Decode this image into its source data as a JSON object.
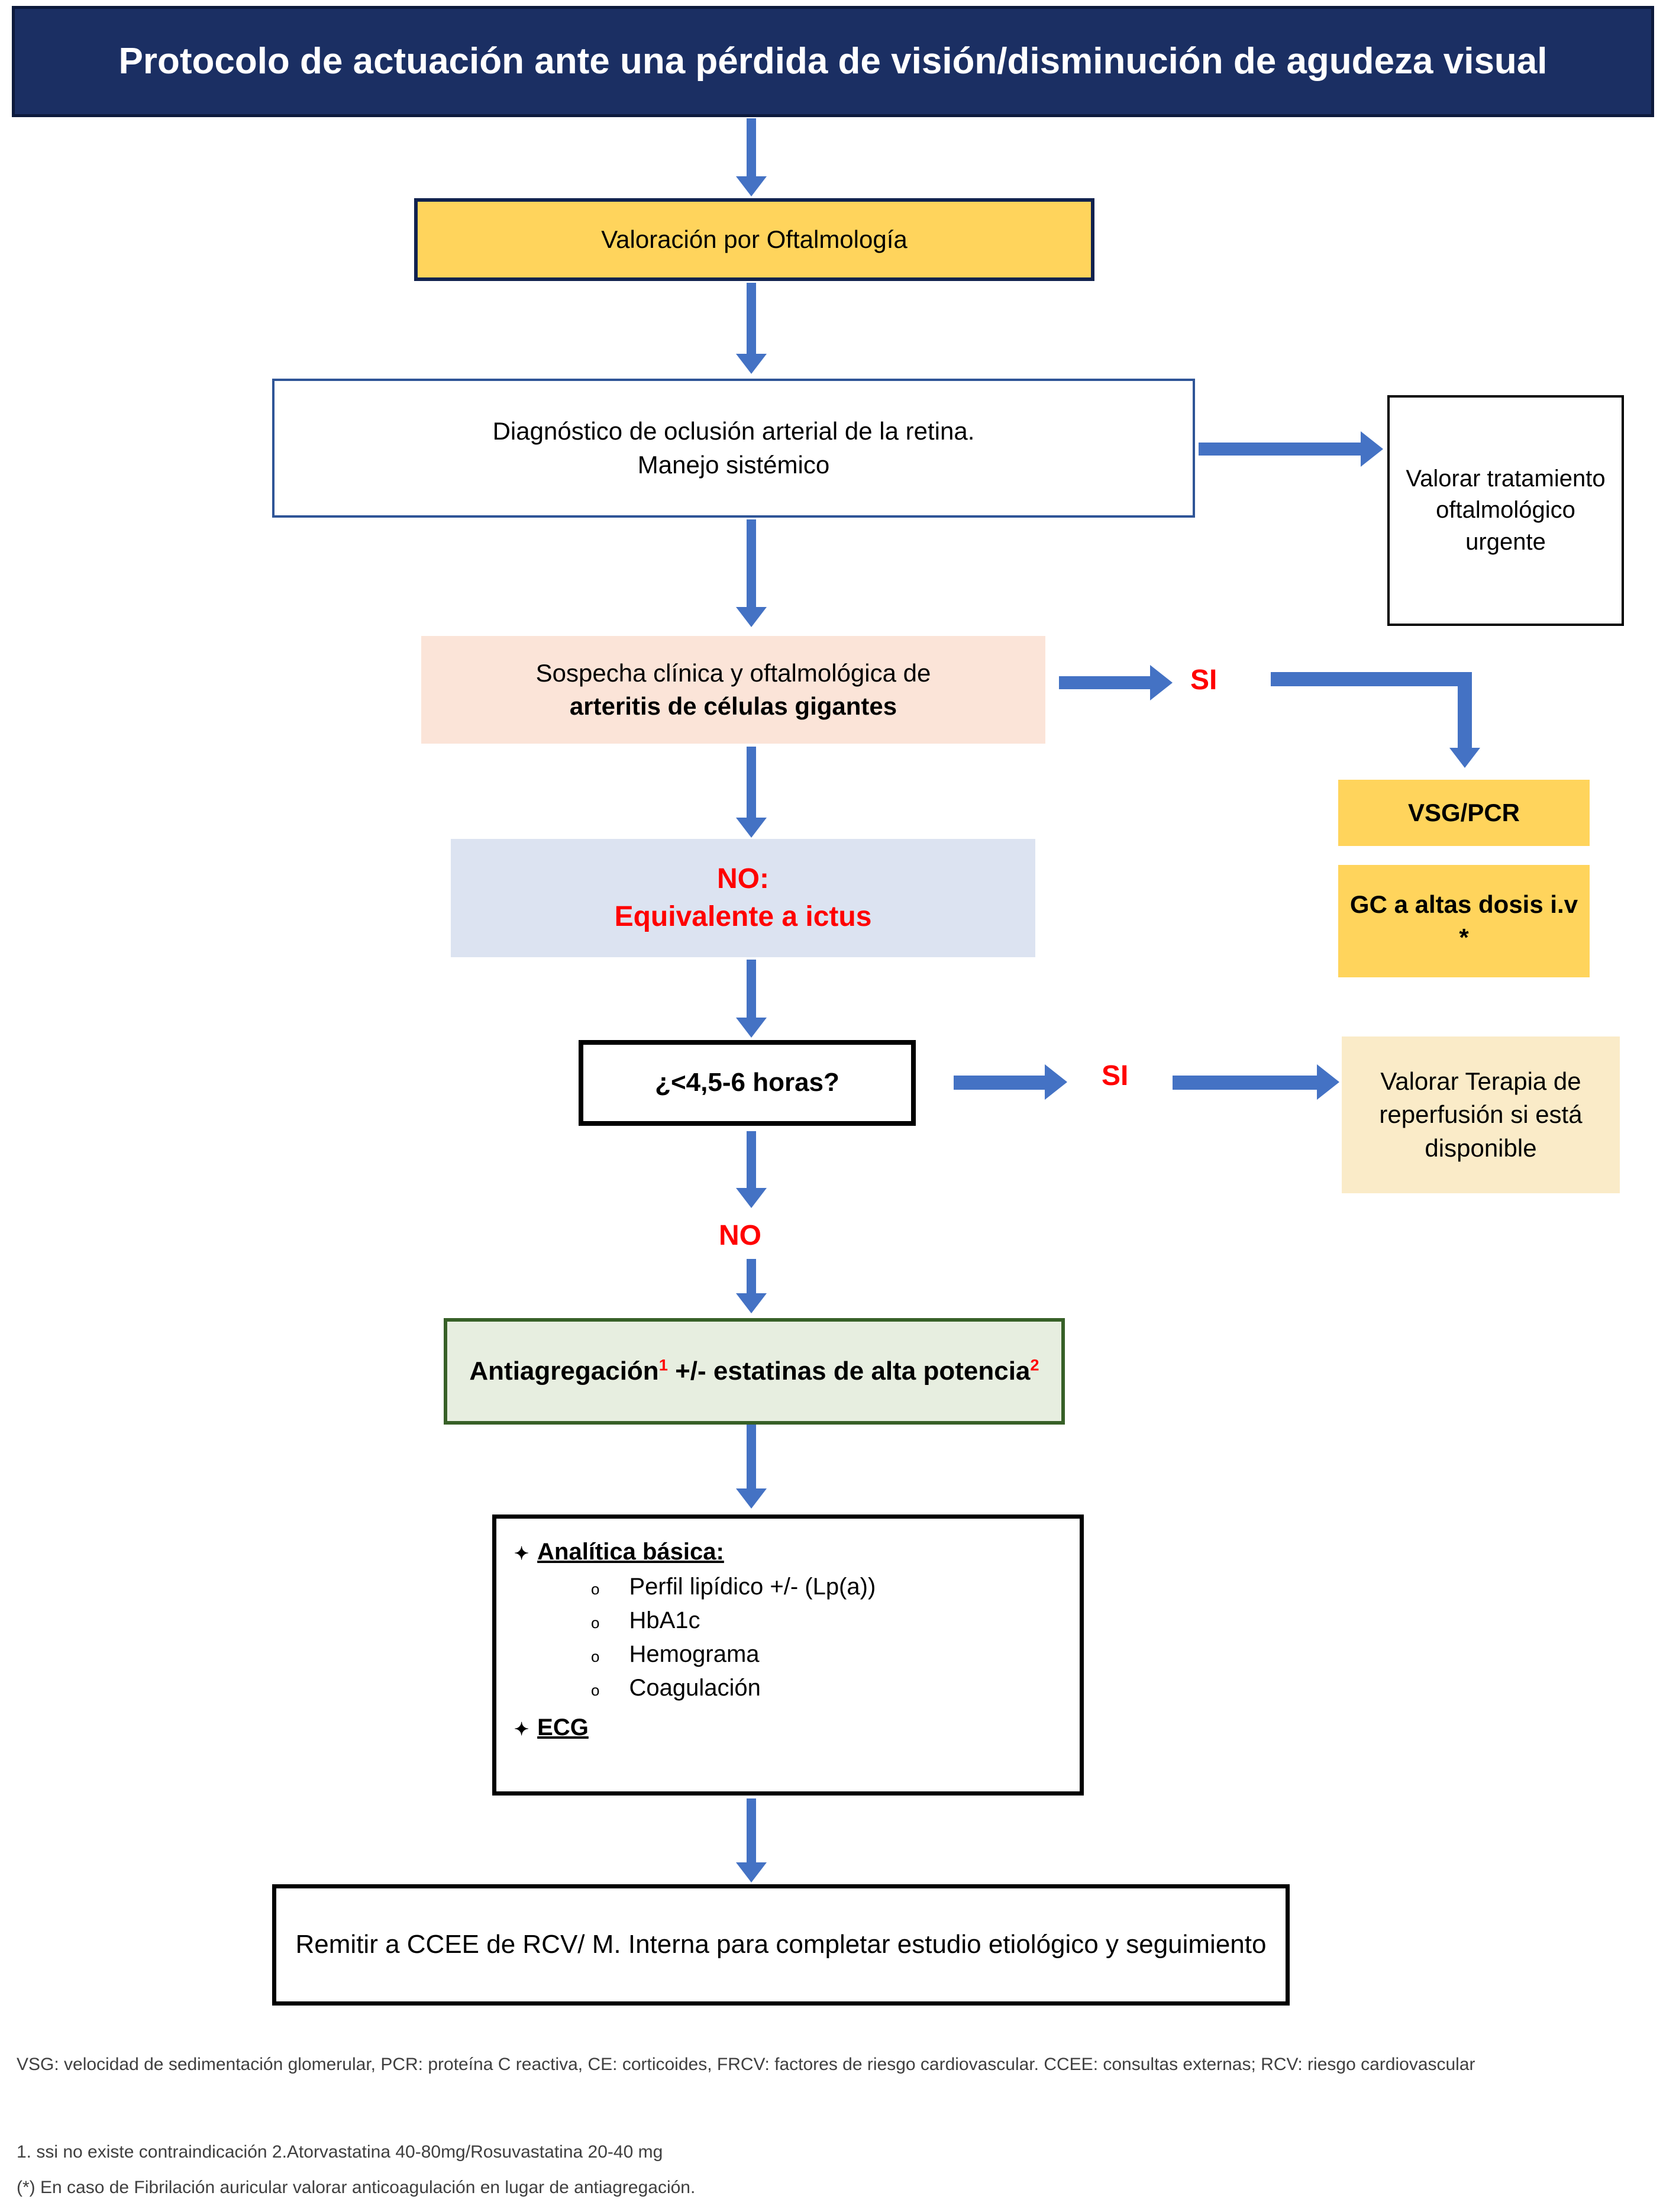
{
  "title": "Protocolo de actuación ante una pérdida de visión/disminución de agudeza visual",
  "colors": {
    "banner_bg": "#1B2F63",
    "banner_text": "#FFFFFF",
    "yellow": "#FFD45C",
    "peach": "#FBE4D8",
    "light_blue": "#DCE3F1",
    "cream": "#FAEBC8",
    "pale_green": "#E7EEE0",
    "green_border": "#376027",
    "navy_border": "#11224F",
    "arrow_blue": "#4472C4",
    "red": "#FF0000"
  },
  "nodes": {
    "valoracion_oftalmologia": "Valoración por Oftalmología",
    "diagnostico": "Diagnóstico de oclusión arterial de la retina.\nManejo sistémico",
    "tratamiento_urgente": "Valorar tratamiento oftalmológico urgente",
    "sospecha_line1": "Sospecha clínica y oftalmológica de",
    "sospecha_line2": "arteritis de células gigantes",
    "vsg_pcr": "VSG/PCR",
    "gc_altas_dosis": "GC a altas dosis i.v *",
    "no_ictus_line1": "NO:",
    "no_ictus_line2": "Equivalente a ictus",
    "horas": "¿<4,5-6 horas?",
    "reperfusion": "Valorar Terapia de reperfusión si está disponible",
    "antiagregacion_pre": "Antiagregación",
    "antiagregacion_sup1": "1",
    "antiagregacion_mid": " +/- estatinas de alta potencia",
    "antiagregacion_sup2": "2",
    "remitir": "Remitir a CCEE de RCV/ M. Interna para completar estudio etiológico y seguimiento"
  },
  "analitica": {
    "heading": "Analítica básica:",
    "bullet_glyph": "✦",
    "sub_glyph": "o",
    "items": [
      "Perfil lipídico +/- (Lp(a))",
      "HbA1c",
      "Hemograma",
      "Coagulación"
    ],
    "ecg": "ECG"
  },
  "labels": {
    "si_arteritis": "SI",
    "si_horas": "SI",
    "no_horas": "NO"
  },
  "footnotes": {
    "line1": "VSG: velocidad de sedimentación glomerular, PCR: proteína C reactiva, CE: corticoides, FRCV: factores de riesgo cardiovascular. CCEE: consultas externas; RCV: riesgo cardiovascular",
    "line2": "1. ssi no existe contraindicación  2.Atorvastatina 40-80mg/Rosuvastatina 20-40 mg",
    "line3": "(*) En caso de Fibrilación auricular valorar anticoagulación en lugar de antiagregación."
  }
}
